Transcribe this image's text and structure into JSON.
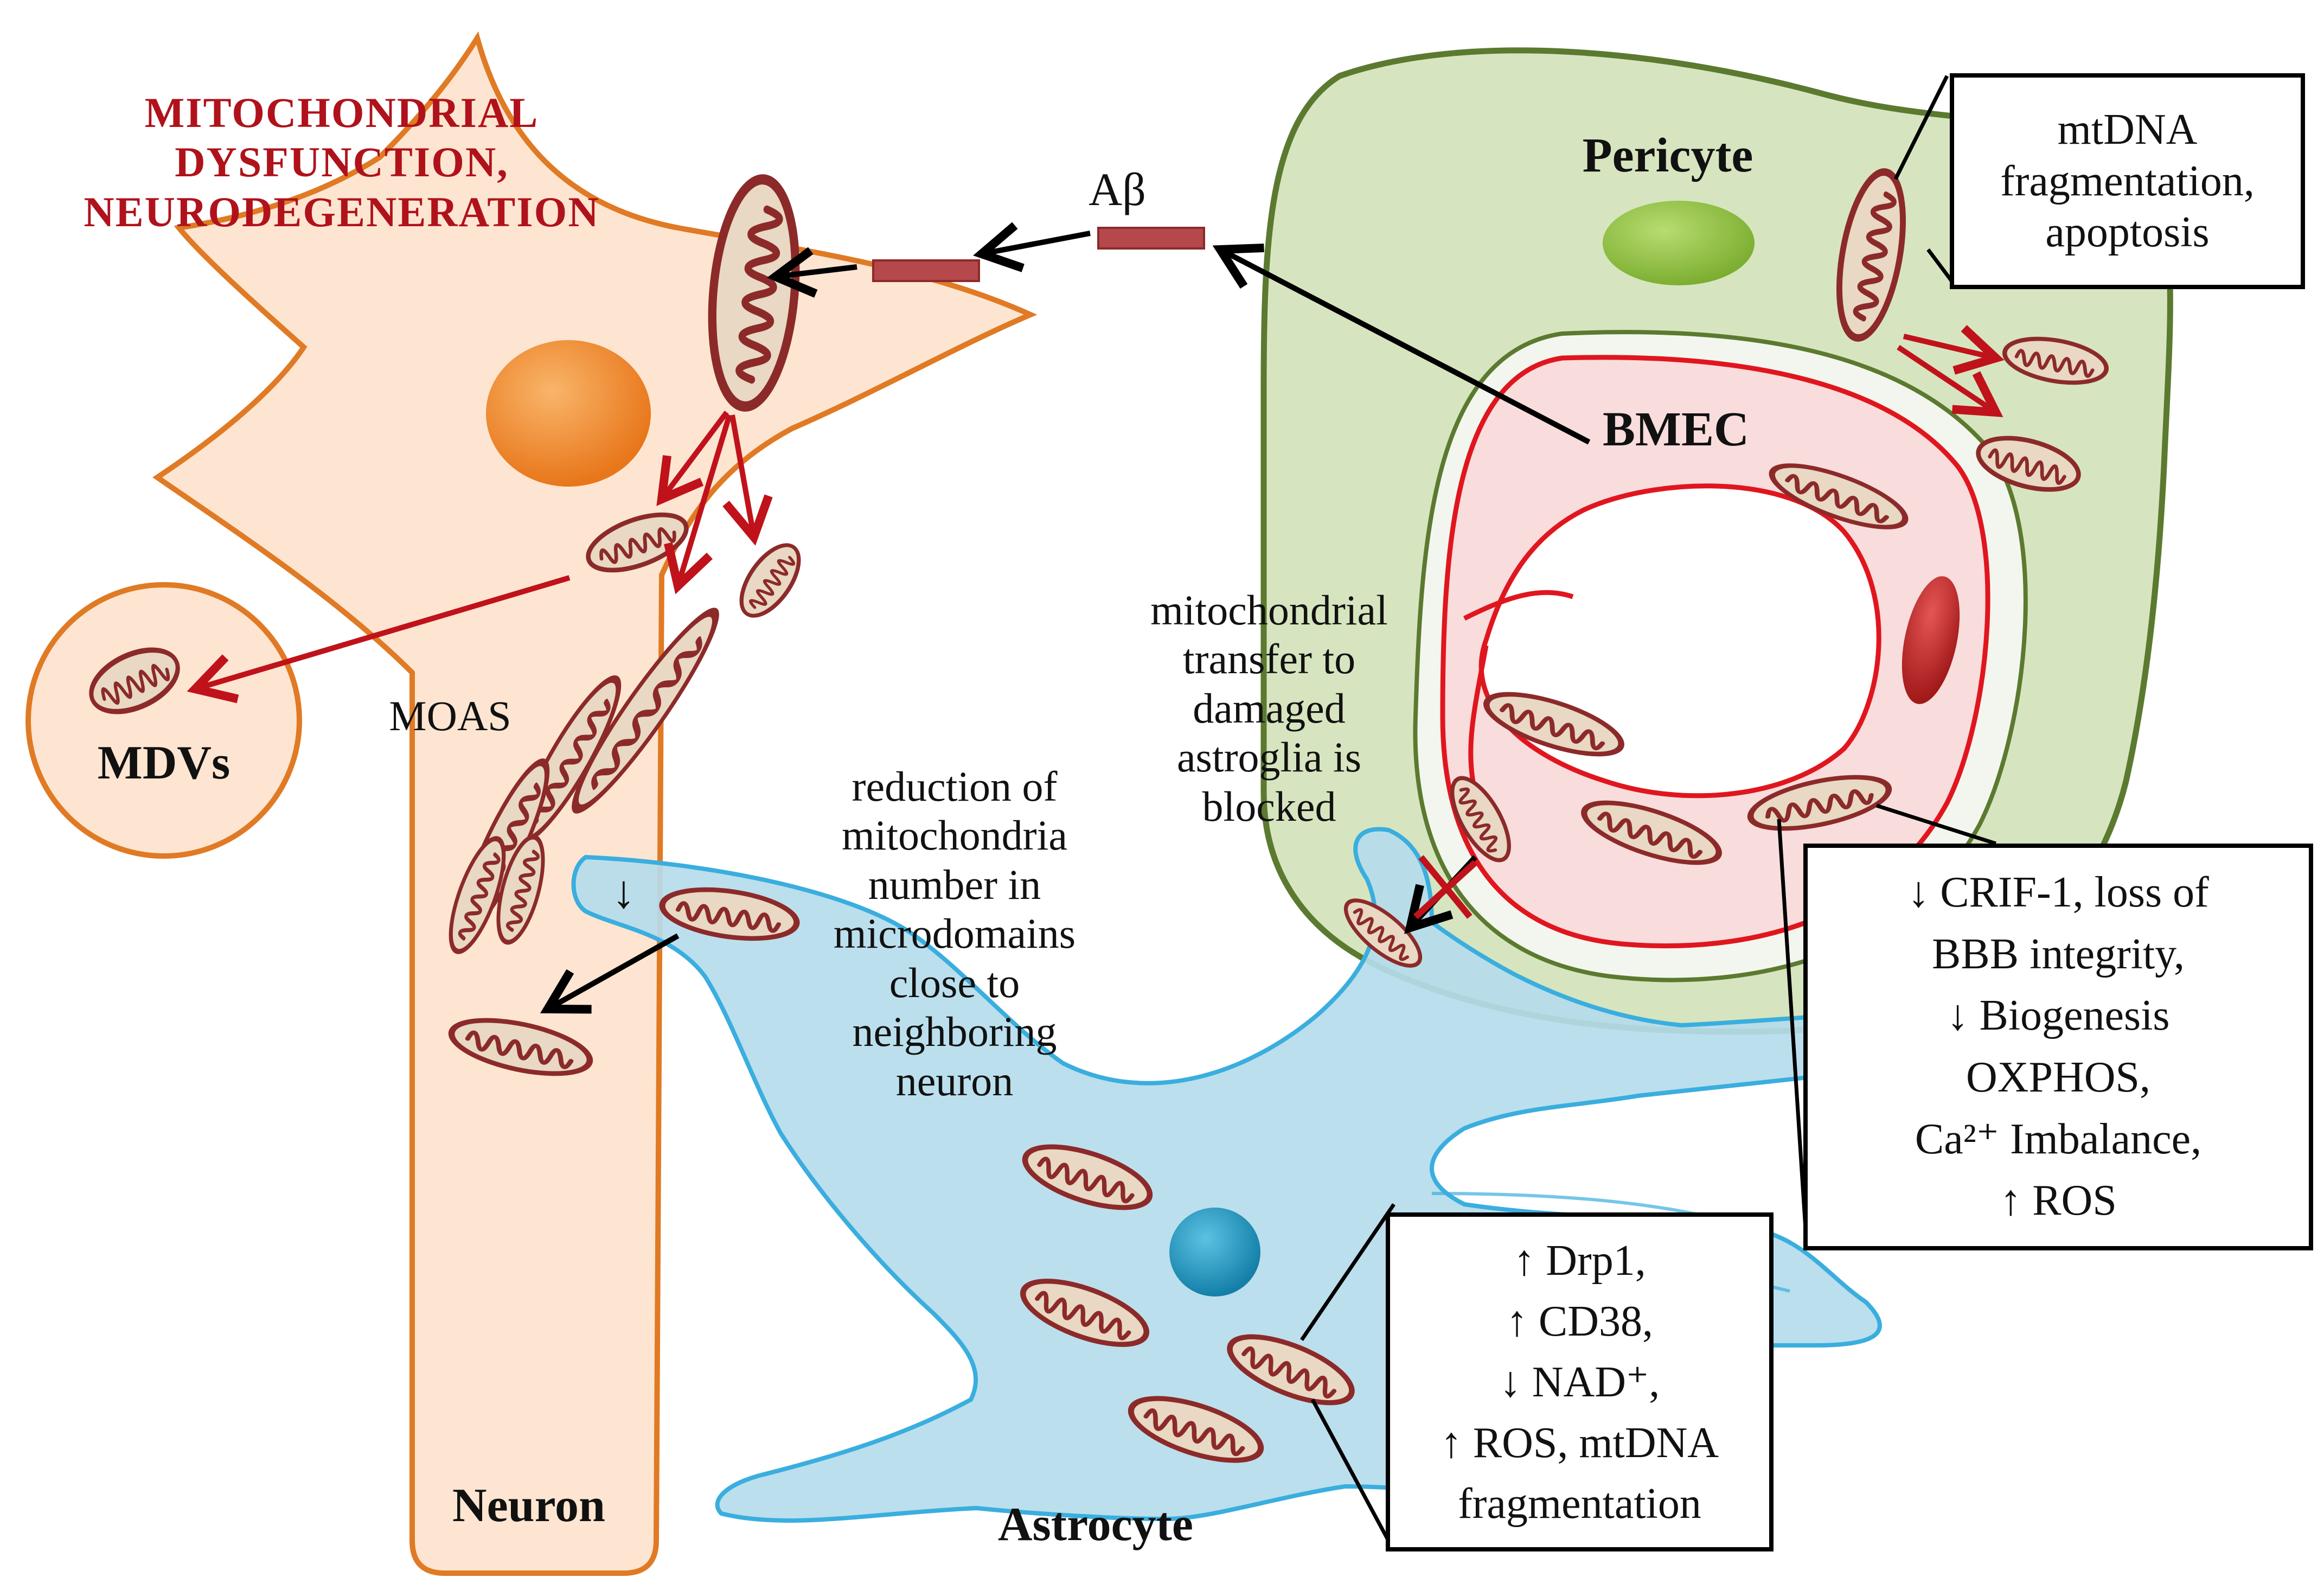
{
  "title": {
    "lines": [
      "MITOCHONDRIAL",
      "DYSFUNCTION,",
      "NEURODEGENERATION"
    ]
  },
  "labels": {
    "abeta": "Aβ",
    "pericyte": "Pericyte",
    "bmec": "BMEC",
    "moas": "MOAS",
    "mdvs": "MDVs",
    "neuron": "Neuron",
    "astrocyte": "Astrocyte",
    "down_arrow": "↓"
  },
  "transfer_text": [
    "mitochondrial",
    "transfer to",
    "damaged",
    "astroglia is",
    "blocked"
  ],
  "reduction_text": [
    "reduction of",
    "mitochondria",
    "number in",
    "microdomains",
    "close to",
    "neighboring",
    "neuron"
  ],
  "boxes": {
    "pericyte_box": [
      "mtDNA",
      "fragmentation,",
      "apoptosis"
    ],
    "bmec_box": [
      "↓ CRIF-1, loss of",
      "BBB integrity,",
      "↓ Biogenesis",
      "OXPHOS,",
      "Ca²⁺ Imbalance,",
      "↑ ROS"
    ],
    "astrocyte_box": [
      "↑ Drp1,",
      "↑ CD38,",
      "↓ NAD⁺,",
      "↑ ROS, mtDNA",
      "fragmentation"
    ]
  },
  "colors": {
    "neuron_fill": "#fde5d1",
    "neuron_stroke": "#e07a24",
    "neuron_nucleus": "#f0871f",
    "astrocyte_fill": "#b5dceb",
    "astrocyte_stroke": "#3aaede",
    "astrocyte_nucleus": "#1c97c1",
    "pericyte_fill": "#d6e5bf",
    "pericyte_stroke": "#5b7a30",
    "pericyte_nucleus": "#8bc13f",
    "bmec_fill": "#f9dcdc",
    "bmec_stroke": "#e0161f",
    "mito_fill": "#e8d8c4",
    "mito_stroke": "#8c2a2a",
    "red_arrow": "#c0121b",
    "abeta_bar": "#b5484a",
    "title_red": "#b0121b",
    "rbc": "#c0221f"
  }
}
